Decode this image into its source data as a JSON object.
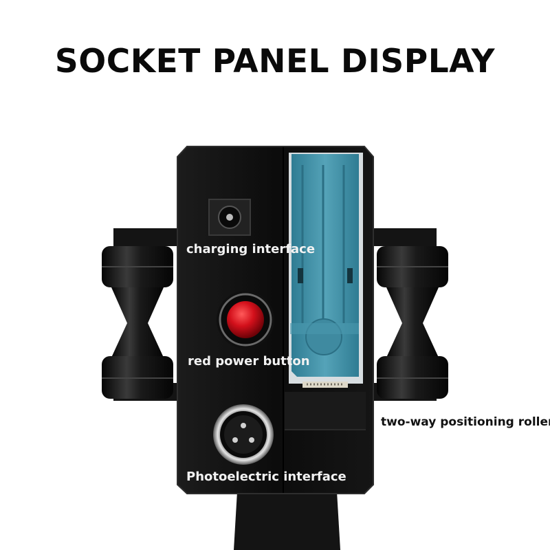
{
  "title": "SOCKET PANEL DISPLAY",
  "labels": {
    "charging": "charging interface",
    "power": "red power button",
    "photo": "Photoelectric interface",
    "roller": "two-way positioning roller"
  },
  "colors": {
    "body": "#0e0e0e",
    "cartridge": "#4a97ad",
    "button": "#d3101b",
    "label_text": "#f2f2f2"
  },
  "icons": [
    "charging-port-icon",
    "power-button-icon",
    "xlr-connector-icon",
    "roller-icon"
  ]
}
